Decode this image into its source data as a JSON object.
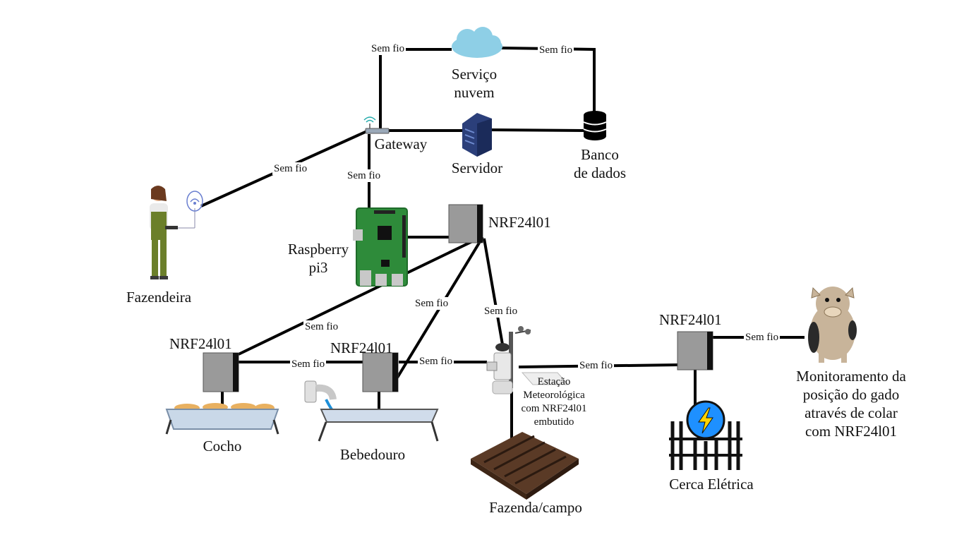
{
  "diagram": {
    "nodes": {
      "cloud": "Serviço\nnuvem",
      "gateway": "Gateway",
      "server": "Servidor",
      "database": "Banco\nde dados",
      "farmer": "Fazendeira",
      "raspberry": "Raspberry\npi3",
      "nrf_main": "NRF24l01",
      "nrf_cocho": "NRF24l01",
      "nrf_bebedouro": "NRF24l01",
      "nrf_cerca": "NRF24l01",
      "cocho": "Cocho",
      "bebedouro": "Bebedouro",
      "weather": "Estação\nMeteorológica\ncom NRF24l01\nembutido",
      "field": "Fazenda/campo",
      "fence": "Cerca Elétrica",
      "cattle": "Monitoramento da\nposição do gado\natravés de colar\ncom NRF24l01"
    },
    "edge_label": "Sem fio"
  },
  "colors": {
    "line": "#000000",
    "nrf_board": "#9a9a9a",
    "rpi_green": "#2e8b3a",
    "server_blue": "#2b3f7a",
    "cloud": "#8ecfe6",
    "fence_blue": "#1e90ff",
    "bolt": "#ffd400",
    "soil": "#5a3a26",
    "trough": "#c9d8e8",
    "cow": "#c8b49a"
  },
  "icons": [
    "cloud-icon",
    "router-icon",
    "server-icon",
    "database-icon",
    "farmer-icon",
    "tablet-icon",
    "raspberry-pi-icon",
    "nrf-module-icon",
    "feed-trough-icon",
    "water-trough-icon",
    "weather-station-icon",
    "field-icon",
    "electric-fence-icon",
    "cattle-icon"
  ]
}
